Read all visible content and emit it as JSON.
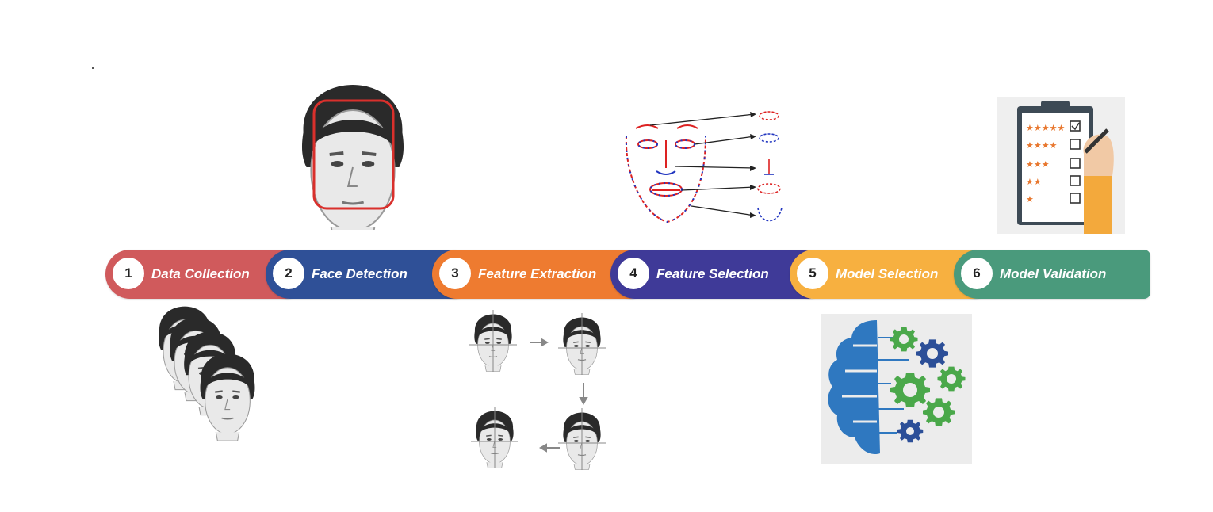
{
  "stages": [
    {
      "number": "1",
      "label": "Data Collection"
    },
    {
      "number": "2",
      "label": "Face Detection"
    },
    {
      "number": "3",
      "label": "Feature Extraction"
    },
    {
      "number": "4",
      "label": "Feature Selection"
    },
    {
      "number": "5",
      "label": "Model Selection"
    },
    {
      "number": "6",
      "label": "Model Validation"
    }
  ],
  "colors": {
    "stage1": "#d05a5c",
    "stage2": "#2f5097",
    "stage3": "#ee7b30",
    "stage4": "#3f3a98",
    "stage5": "#f7b040",
    "stage6": "#4a9a7c",
    "detection_box": "#d9302c",
    "brain": "#2f78c0",
    "gear_green": "#4aa84a",
    "gear_blue": "#2c4f98"
  },
  "illustrations": {
    "data_collection": "stacked-face-photos",
    "face_detection": "face-with-bounding-box",
    "feature_extraction": "aligned-face-grid",
    "feature_selection": "facial-landmark-map",
    "model_selection": "brain-with-gears",
    "model_validation": "rating-checklist-clipboard"
  }
}
